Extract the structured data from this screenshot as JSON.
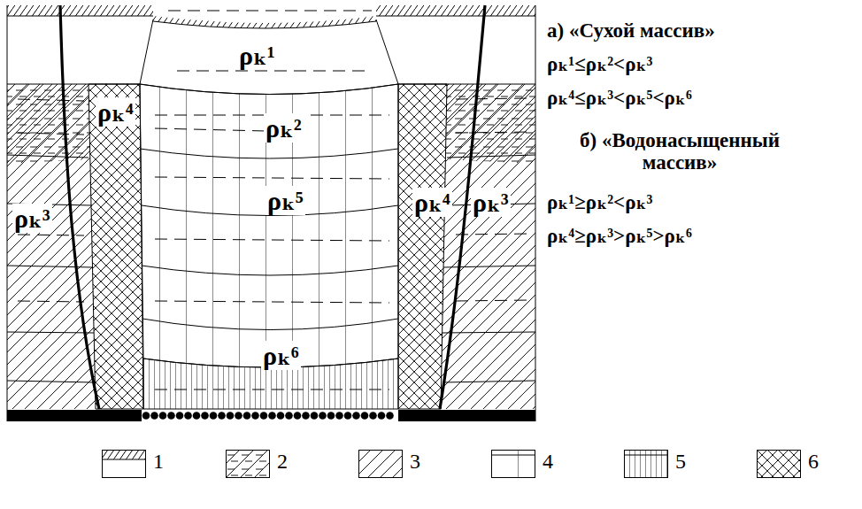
{
  "diagram": {
    "labels": [
      "ρₖ¹",
      "ρₖ²",
      "ρₖ⁴",
      "ρₖ³",
      "ρₖ⁵",
      "ρₖ⁴",
      "ρₖ³",
      "ρₖ⁶",
      "а) «Сухой массив»",
      "ρₖ¹≤ρₖ²<ρₖ³",
      "ρₖ⁴≤ρₖ³<ρₖ⁵<ρₖ⁶",
      "б) «Водонасыщенный массив»",
      "ρₖ¹≥ρₖ²<ρₖ³",
      "ρₖ⁴≥ρₖ³>ρₖ⁵>ρₖ⁶"
    ],
    "legend": [
      {
        "text": "1"
      },
      {
        "text": "2"
      },
      {
        "text": "3"
      },
      {
        "text": "4"
      },
      {
        "text": "5"
      },
      {
        "text": "6"
      }
    ]
  }
}
